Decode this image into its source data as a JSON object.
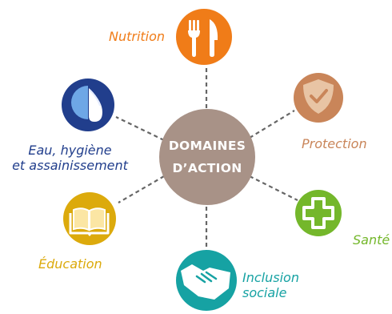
{
  "center": {
    "line1": "DOMAINES",
    "line2": "D’ACTION",
    "color": "#a89287"
  },
  "domains": {
    "nutrition": {
      "label": "Nutrition",
      "color": "#f07c18",
      "icon": "fork-knife-icon"
    },
    "protection": {
      "label": "Protection",
      "color": "#c98559",
      "icon": "shield-check-icon"
    },
    "sante": {
      "label": "Santé",
      "color": "#74b72b",
      "icon": "health-cross-icon"
    },
    "inclusion": {
      "label_line1": "Inclusion",
      "label_line2": "sociale",
      "color": "#16a2a3",
      "icon": "handshake-icon"
    },
    "education": {
      "label": "Éducation",
      "color": "#dcaa0c",
      "icon": "open-book-icon"
    },
    "wash": {
      "label_line1": "Eau, hygiène",
      "label_line2": "et assainissement",
      "color": "#213e8c",
      "icon": "water-drop-icon"
    }
  },
  "connector_color": "#666666"
}
